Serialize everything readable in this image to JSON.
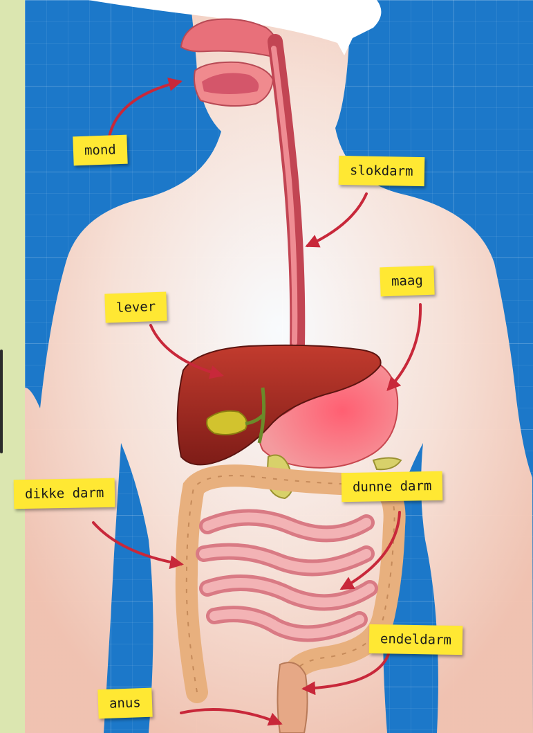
{
  "labels": {
    "mond": "mond",
    "slokdarm": "slokdarm",
    "maag": "maag",
    "lever": "lever",
    "dikke_darm": "dikke darm",
    "dunne_darm": "dunne darm",
    "endeldarm": "endeldarm",
    "anus": "anus"
  },
  "colors": {
    "board": "#1c78c9",
    "label": "#ffe833",
    "arrow": "#c8283a",
    "liver": "#9e2a22",
    "small_intestine": "#f0a6a8",
    "large_intestine": "#e8b07e"
  }
}
